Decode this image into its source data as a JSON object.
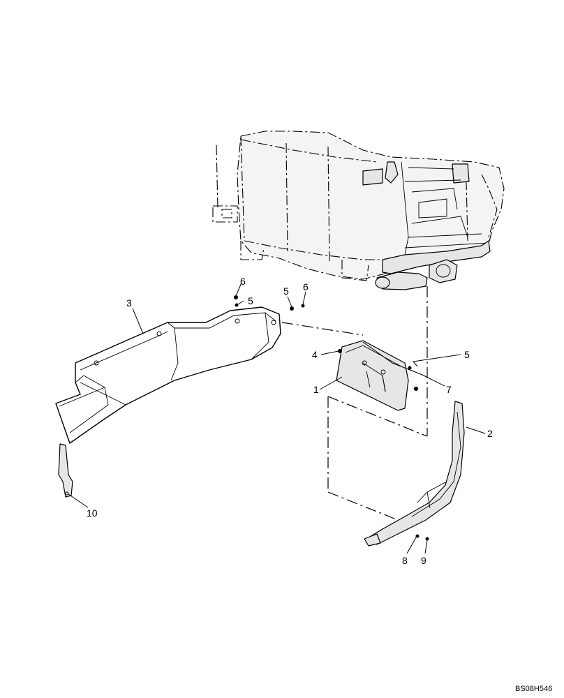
{
  "callouts": [
    {
      "id": "1",
      "text": "1"
    },
    {
      "id": "2",
      "text": "2"
    },
    {
      "id": "3",
      "text": "3"
    },
    {
      "id": "4",
      "text": "4"
    },
    {
      "id": "5a",
      "text": "5"
    },
    {
      "id": "5b",
      "text": "5"
    },
    {
      "id": "5c",
      "text": "5"
    },
    {
      "id": "6a",
      "text": "6"
    },
    {
      "id": "6b",
      "text": "6"
    },
    {
      "id": "7",
      "text": "7"
    },
    {
      "id": "8",
      "text": "8"
    },
    {
      "id": "9",
      "text": "9"
    },
    {
      "id": "10",
      "text": "10"
    }
  ],
  "drawing_code": "BS08H546"
}
